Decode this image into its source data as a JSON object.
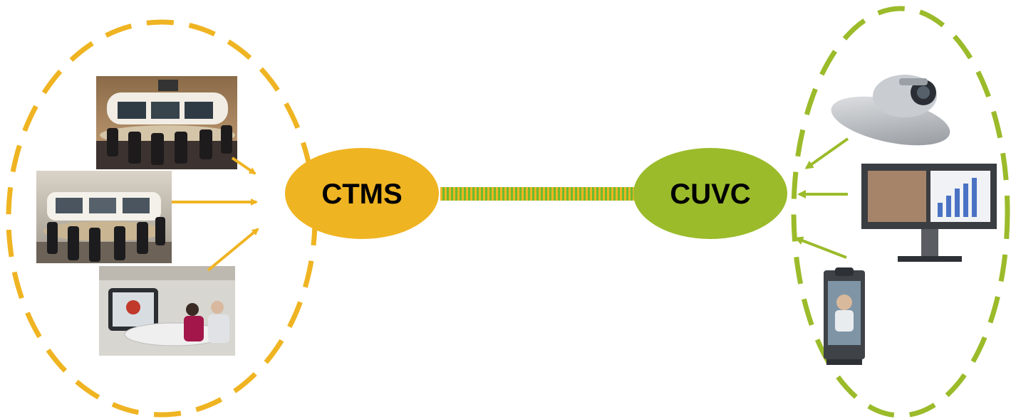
{
  "nodes": {
    "ctms": {
      "label": "CTMS",
      "color": "#EFB422"
    },
    "cuvc": {
      "label": "CUVC",
      "color": "#9BBB2A"
    }
  },
  "groups": {
    "left": {
      "color": "#EFB422",
      "items": [
        "telepresence-room-1",
        "telepresence-room-2",
        "telepresence-room-3"
      ]
    },
    "right": {
      "color": "#9BBB2A",
      "items": [
        "ptz-camera-codec",
        "dual-display-endpoint",
        "desktop-video-endpoint"
      ]
    }
  },
  "link": {
    "colors": [
      "#EFB422",
      "#9BBB2A"
    ]
  }
}
